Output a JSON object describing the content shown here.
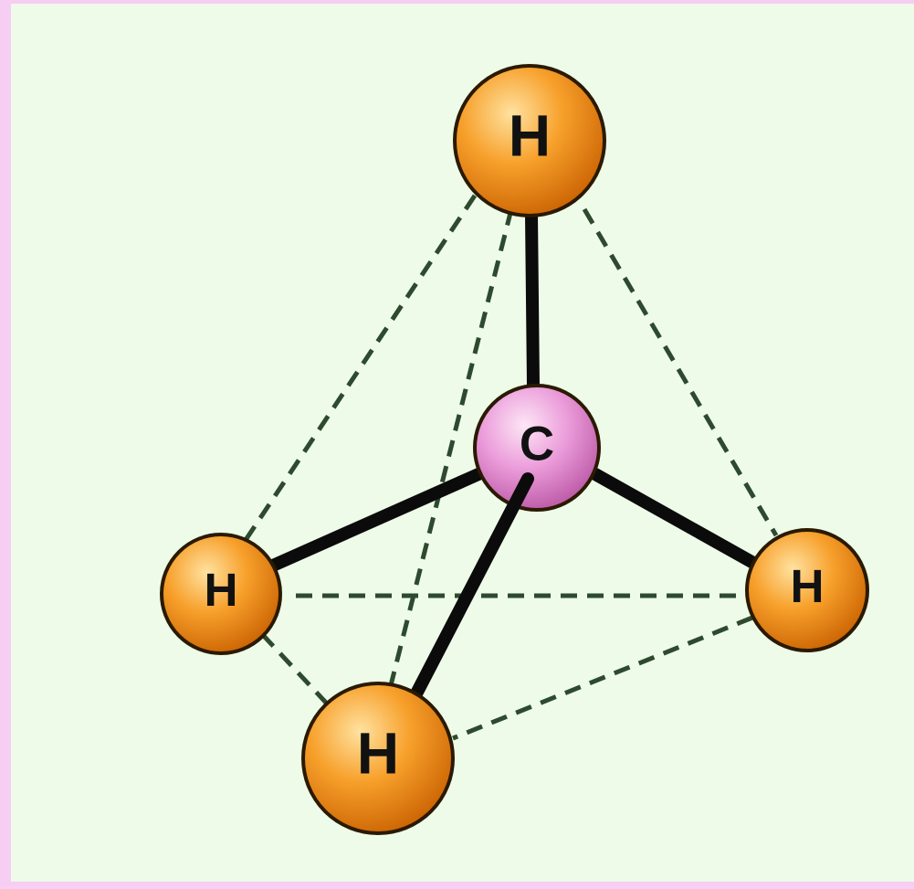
{
  "molecule": {
    "atoms": [
      {
        "id": "c",
        "element": "C"
      },
      {
        "id": "h_top",
        "element": "H"
      },
      {
        "id": "h_left",
        "element": "H"
      },
      {
        "id": "h_right",
        "element": "H"
      },
      {
        "id": "h_front",
        "element": "H"
      }
    ],
    "bonds": [
      {
        "from": "c",
        "to": "h_top",
        "style": "solid"
      },
      {
        "from": "c",
        "to": "h_left",
        "style": "solid"
      },
      {
        "from": "c",
        "to": "h_right",
        "style": "solid"
      },
      {
        "from": "c",
        "to": "h_front",
        "style": "solid"
      }
    ],
    "tetrahedron_edges": [
      {
        "from": "h_top",
        "to": "h_left",
        "style": "dashed"
      },
      {
        "from": "h_top",
        "to": "h_right",
        "style": "dashed"
      },
      {
        "from": "h_top",
        "to": "h_front",
        "style": "dashed"
      },
      {
        "from": "h_left",
        "to": "h_right",
        "style": "dashed"
      },
      {
        "from": "h_left",
        "to": "h_front",
        "style": "dashed"
      },
      {
        "from": "h_right",
        "to": "h_front",
        "style": "dashed"
      }
    ]
  },
  "colors": {
    "background": "#eefbe9",
    "frame": "#f6cdf3",
    "hydrogen_light": "#ffd27a",
    "hydrogen_mid": "#f5921e",
    "hydrogen_dark": "#c85f00",
    "carbon_light": "#fde0f3",
    "carbon_mid": "#e68ed2",
    "carbon_dark": "#b24c9c",
    "bond": "#0b0b0b",
    "dash": "#2d4a2f"
  }
}
